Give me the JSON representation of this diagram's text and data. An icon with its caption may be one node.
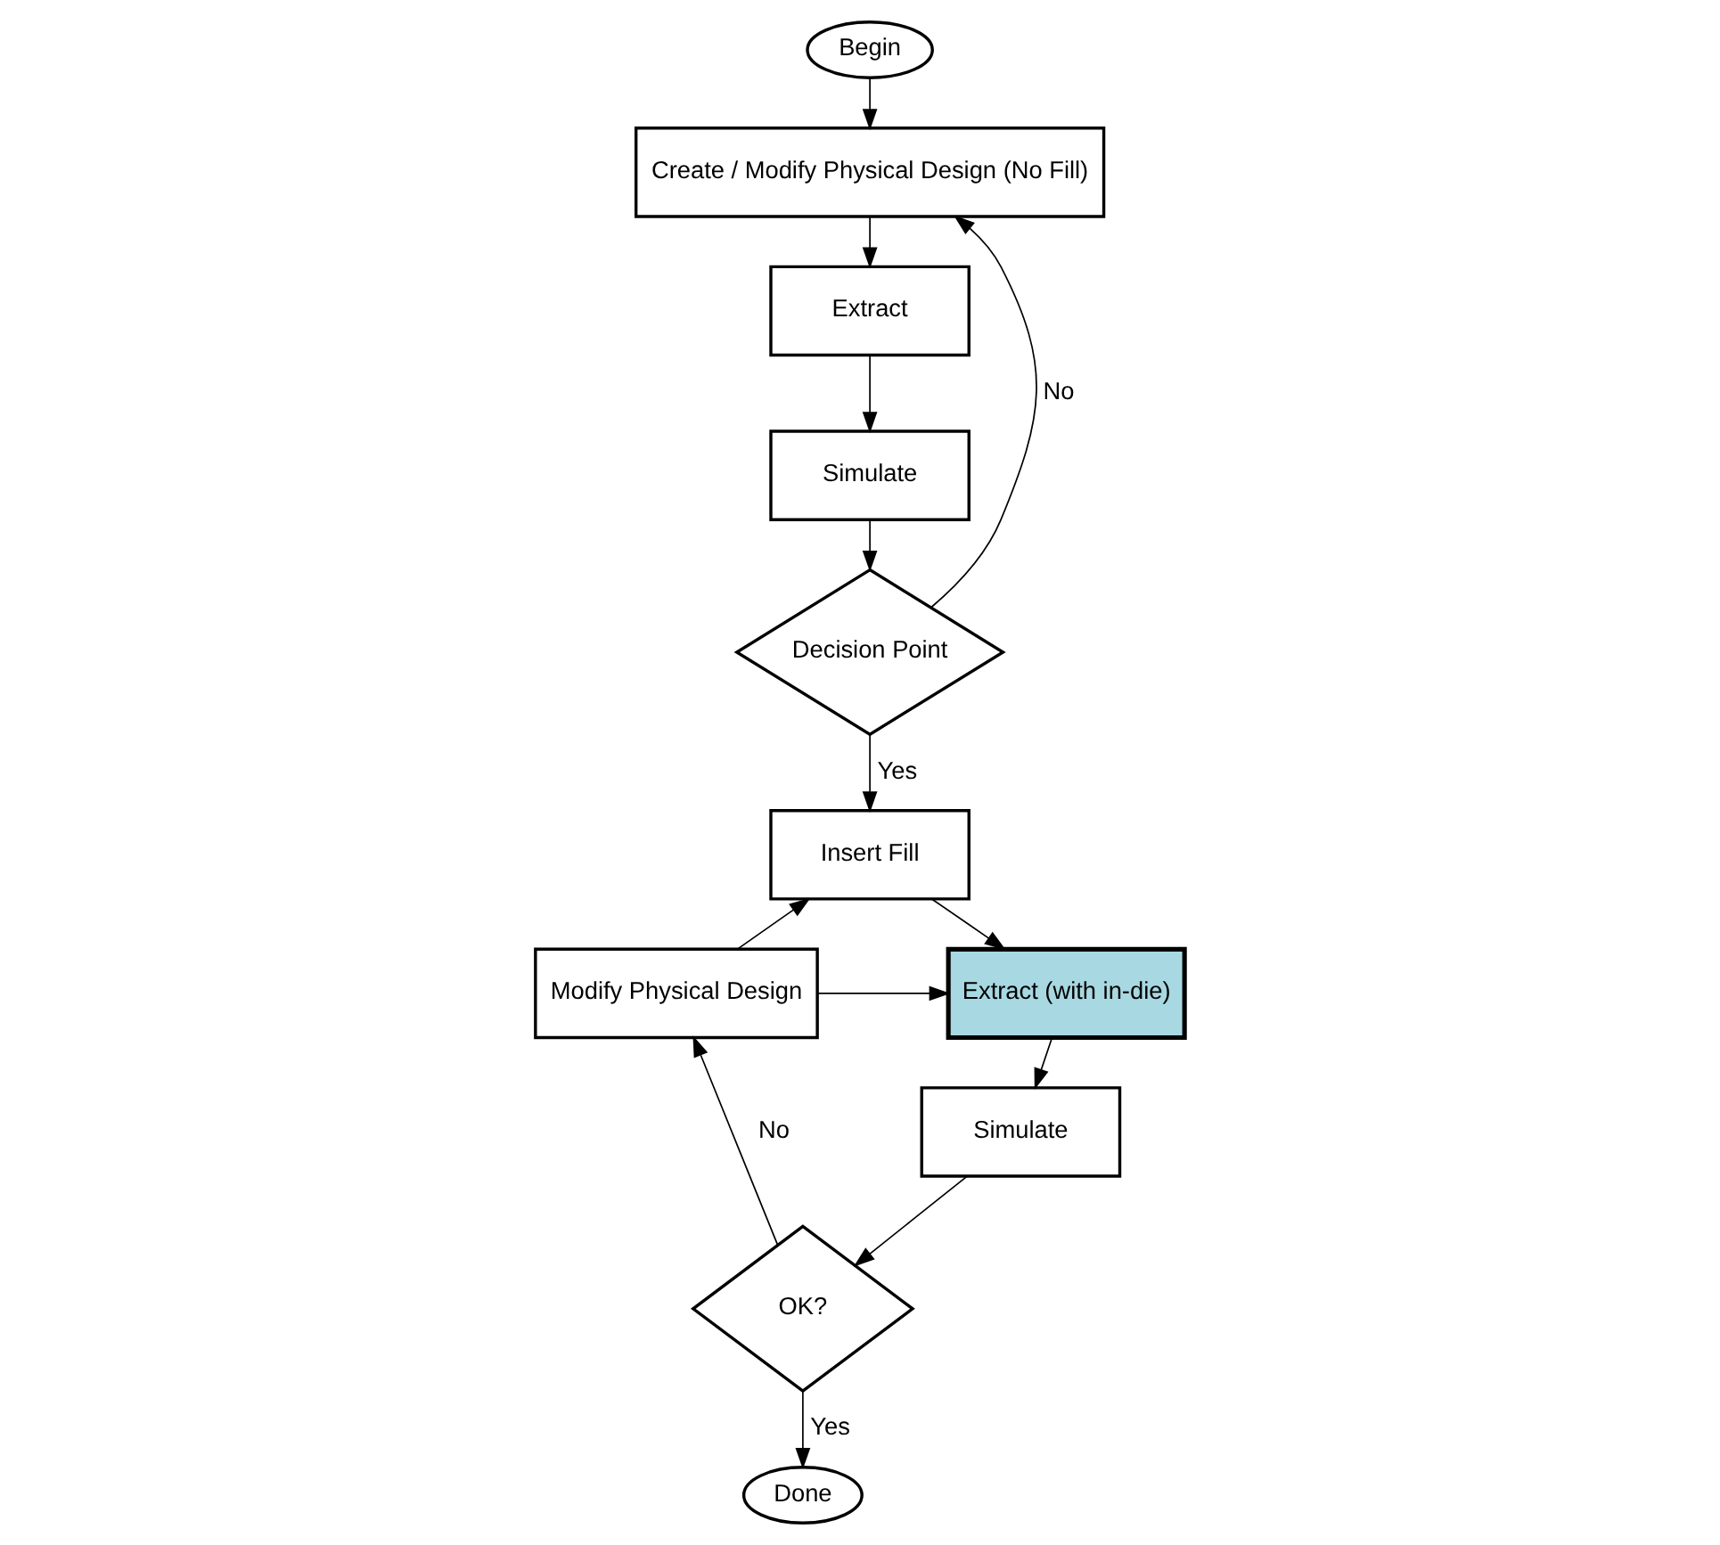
{
  "diagram": {
    "nodes": [
      {
        "text": [
          "Begin"
        ]
      },
      {
        "text": [
          "Create / Modify Physical Design (No Fill)"
        ]
      },
      {
        "text": [
          "Extract"
        ]
      },
      {
        "text": [
          "Simulate"
        ]
      },
      {
        "text": [
          "Decision Point"
        ]
      },
      {
        "text": [
          "Insert Fill"
        ]
      },
      {
        "text": [
          "Modify Physical Design"
        ]
      },
      {
        "text": [
          "Extract (with in-die)"
        ]
      },
      {
        "text": [
          "Simulate"
        ]
      },
      {
        "text": [
          "OK?"
        ]
      },
      {
        "text": [
          "Done"
        ]
      }
    ],
    "edges": [
      {
        "from": 0,
        "to": 1,
        "arrow": "to"
      },
      {
        "from": 1,
        "to": 2,
        "arrow": "to"
      },
      {
        "from": 2,
        "to": 3,
        "arrow": "to"
      },
      {
        "from": 3,
        "to": 4,
        "arrow": "to"
      },
      {
        "from": 4,
        "to": 1,
        "arrow": "to",
        "label": "No"
      },
      {
        "from": 4,
        "to": 5,
        "arrow": "to",
        "label": "Yes"
      },
      {
        "from": 6,
        "to": 5,
        "arrow": "to"
      },
      {
        "from": 6,
        "to": 7,
        "arrow": "to"
      },
      {
        "from": 5,
        "to": 7,
        "arrow": "to"
      },
      {
        "from": 7,
        "to": 8,
        "arrow": "to"
      },
      {
        "from": 8,
        "to": 9,
        "arrow": "to"
      },
      {
        "from": 9,
        "to": 6,
        "arrow": "to",
        "label": "No"
      },
      {
        "from": 9,
        "to": 10,
        "arrow": "to",
        "label": "Yes"
      }
    ]
  }
}
